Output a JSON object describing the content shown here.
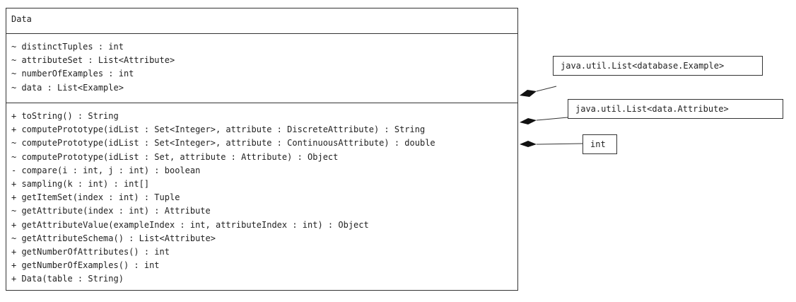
{
  "class": {
    "name": "Data",
    "attributes": [
      "~ distinctTuples : int",
      "~ attributeSet : List<Attribute>",
      "~ numberOfExamples : int",
      "~ data : List<Example>"
    ],
    "operations": [
      "+ toString() : String",
      "+ computePrototype(idList : Set<Integer>, attribute : DiscreteAttribute) : String",
      "~ computePrototype(idList : Set<Integer>, attribute : ContinuousAttribute) : double",
      "~ computePrototype(idList : Set, attribute : Attribute) : Object",
      "- compare(i : int, j : int) : boolean",
      "+ sampling(k : int) : int[]",
      "+ getItemSet(index : int) : Tuple",
      "~ getAttribute(index : int) : Attribute",
      "+ getAttributeValue(exampleIndex : int, attributeIndex : int) : Object",
      "~ getAttributeSchema() : List<Attribute>",
      "+ getNumberOfAttributes() : int",
      "+ getNumberOfExamples() : int",
      "+ Data(table : String)"
    ]
  },
  "references": [
    "java.util.List<database.Example>",
    "java.util.List<data.Attribute>",
    "int"
  ],
  "link_type": "composition"
}
